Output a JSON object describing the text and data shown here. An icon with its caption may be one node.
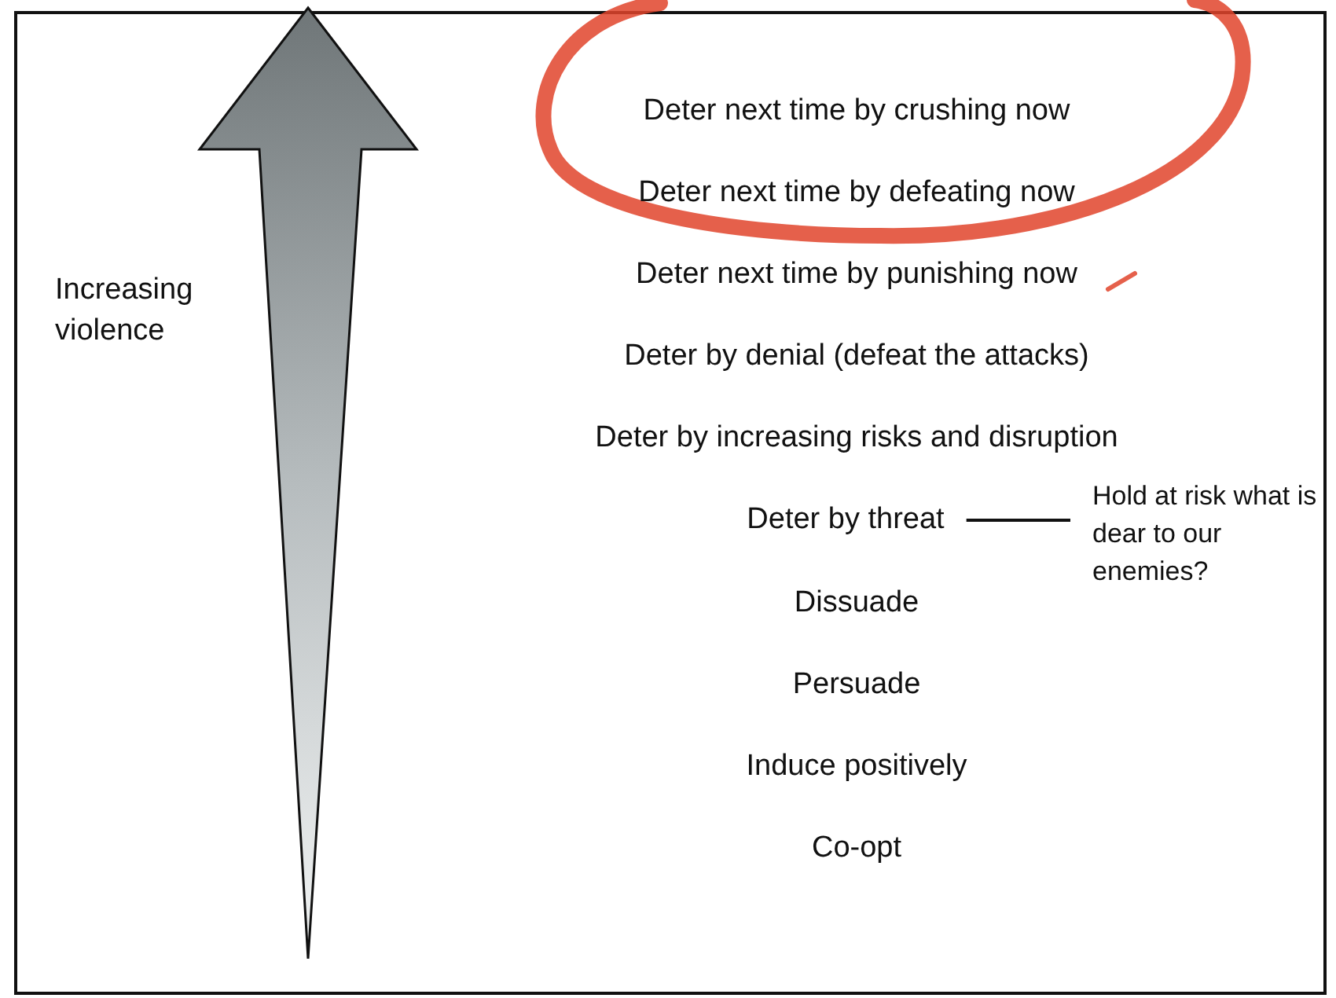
{
  "diagram": {
    "nodes": [
      {
        "text": [
          "Deter by threat"
        ]
      },
      {
        "text": [
          "Hold at risk what is dear to our enemies?"
        ]
      }
    ],
    "edges": [
      {
        "from": 0,
        "to": 1,
        "arrow": "none"
      }
    ],
    "labels": [
      "Increasing violence",
      "Deter next time by crushing now",
      "Deter next time by defeating now",
      "Deter next time by punishing now",
      "Deter by denial (defeat the attacks)",
      "Deter by increasing risks and disruption",
      "Dissuade",
      "Persuade",
      "Induce positively",
      "Co-opt"
    ]
  }
}
